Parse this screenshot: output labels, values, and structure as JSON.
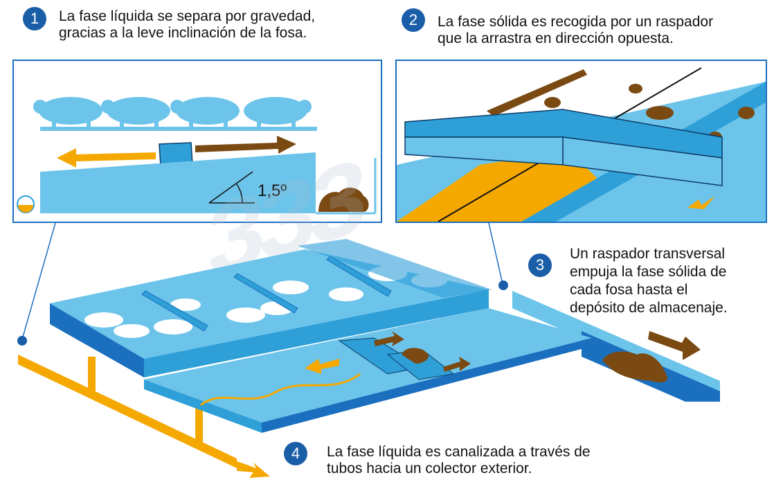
{
  "steps": [
    {
      "number": "1",
      "text_line1": "La fase líquida se separa por gravedad,",
      "text_line2": "gracias a la leve inclinación de la fosa."
    },
    {
      "number": "2",
      "text_line1": "La fase sólida es recogida por un raspador",
      "text_line2": "que la arrastra en dirección opuesta."
    },
    {
      "number": "3",
      "text_line1": "Un raspador transversal",
      "text_line2": "empuja la fase sólida de",
      "text_line3": "cada fosa hasta el",
      "text_line4": "depósito de almacenaje."
    },
    {
      "number": "4",
      "text_line1": "La fase líquida es canalizada a través de",
      "text_line2": "tubos hacia un colector exterior."
    }
  ],
  "angle_label": "1,5º",
  "watermark": "333",
  "colors": {
    "blue_dark": "#1a5ea8",
    "blue_mid": "#2f9fd8",
    "blue_light": "#6cc4ea",
    "water": "#f5a800",
    "manure": "#7a4a12",
    "arrow_brown": "#7a4a12"
  }
}
